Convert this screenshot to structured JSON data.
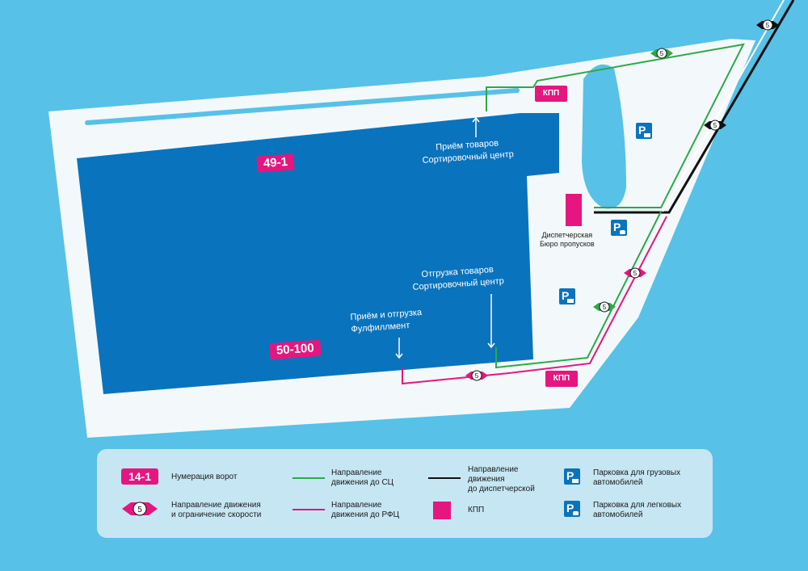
{
  "map": {
    "gates": [
      "49-1",
      "50-100"
    ],
    "checkpoint_label": "КПП",
    "speed_limit": "5",
    "labels": {
      "receive_sc": [
        "Приём товаров",
        "Сортировочный центр"
      ],
      "ship_sc": [
        "Отгрузка товаров",
        "Сортировочный центр"
      ],
      "fulfillment": [
        "Приём и отгрузка",
        "Фулфиллмент"
      ],
      "dispatch": [
        "Диспетчерская",
        "Бюро пропусков"
      ]
    },
    "parking_glyph": "P"
  },
  "colors": {
    "background": "#57c1e8",
    "building": "#0a73bd",
    "site": "#f3f8fa",
    "accent_pink": "#e5167f",
    "route_green": "#2ea84a",
    "route_black": "#111111",
    "legend_bg": "#c6e6f3"
  },
  "icons": [
    "speed-limit-icon",
    "parking-truck-icon",
    "parking-car-icon",
    "up-arrow-icon",
    "down-arrow-icon"
  ],
  "legend": {
    "gate_sample": "14-1",
    "gate_numbering": "Нумерация ворот",
    "speed_sample": "5",
    "direction_speed": [
      "Направление движения",
      "и ограничение скорости"
    ],
    "green_route": [
      "Направление",
      "движения до СЦ"
    ],
    "pink_route": [
      "Направление",
      "движения до РФЦ"
    ],
    "black_route": [
      "Направление",
      "движения",
      "до диспетчерской"
    ],
    "kpp": "КПП",
    "truck_parking": [
      "Парковка для грузовых",
      "автомобилей"
    ],
    "car_parking": [
      "Парковка для легковых",
      "автомобилей"
    ]
  }
}
